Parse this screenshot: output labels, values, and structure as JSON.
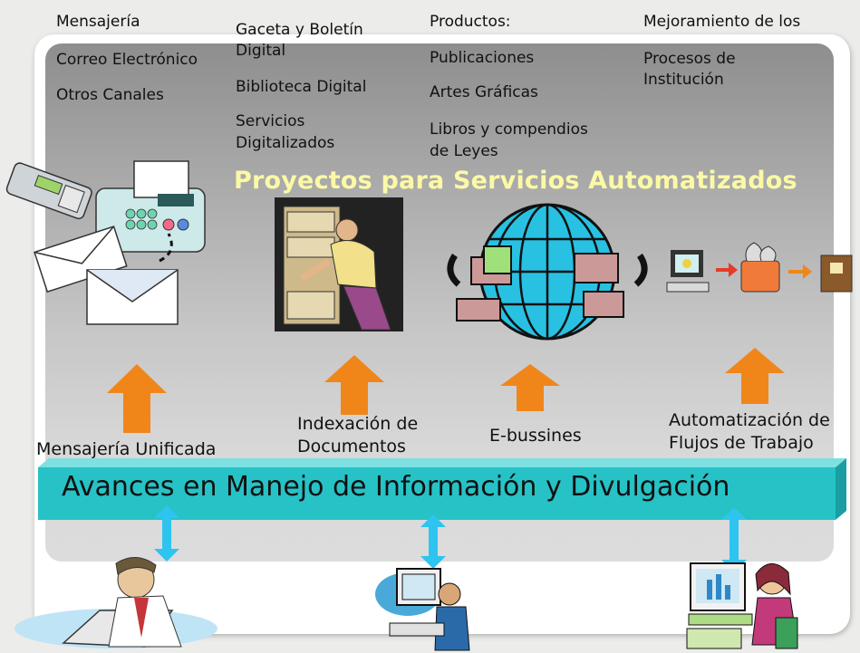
{
  "columns": [
    {
      "items": [
        "Mensajería",
        "Correo Electrónico",
        "Otros Canales"
      ]
    },
    {
      "items": [
        "Gaceta y Boletín\nDigital",
        "Biblioteca Digital",
        "Servicios\nDigitalizados"
      ]
    },
    {
      "items": [
        "Productos:",
        "Publicaciones",
        "Artes Gráficas",
        "Libros y compendios\nde Leyes"
      ]
    },
    {
      "items": [
        "Mejoramiento de los",
        "Procesos de\nInstitución"
      ]
    }
  ],
  "title": "Proyectos para Servicios Automatizados",
  "labels": {
    "mensajeria": "Mensajería Unificada",
    "indexacion": "Indexación de\nDocumentos",
    "ebussines": "E-bussines",
    "automatizacion": "Automatización de\nFlujos de Trabajo"
  },
  "banner": "Avances en Manejo de Información y Divulgación",
  "colors": {
    "arrow_orange": "#f0861a",
    "arrow_cyan": "#2ec4f0",
    "banner_teal": "#26c2c6",
    "title_yellow": "#fbf9a6"
  }
}
